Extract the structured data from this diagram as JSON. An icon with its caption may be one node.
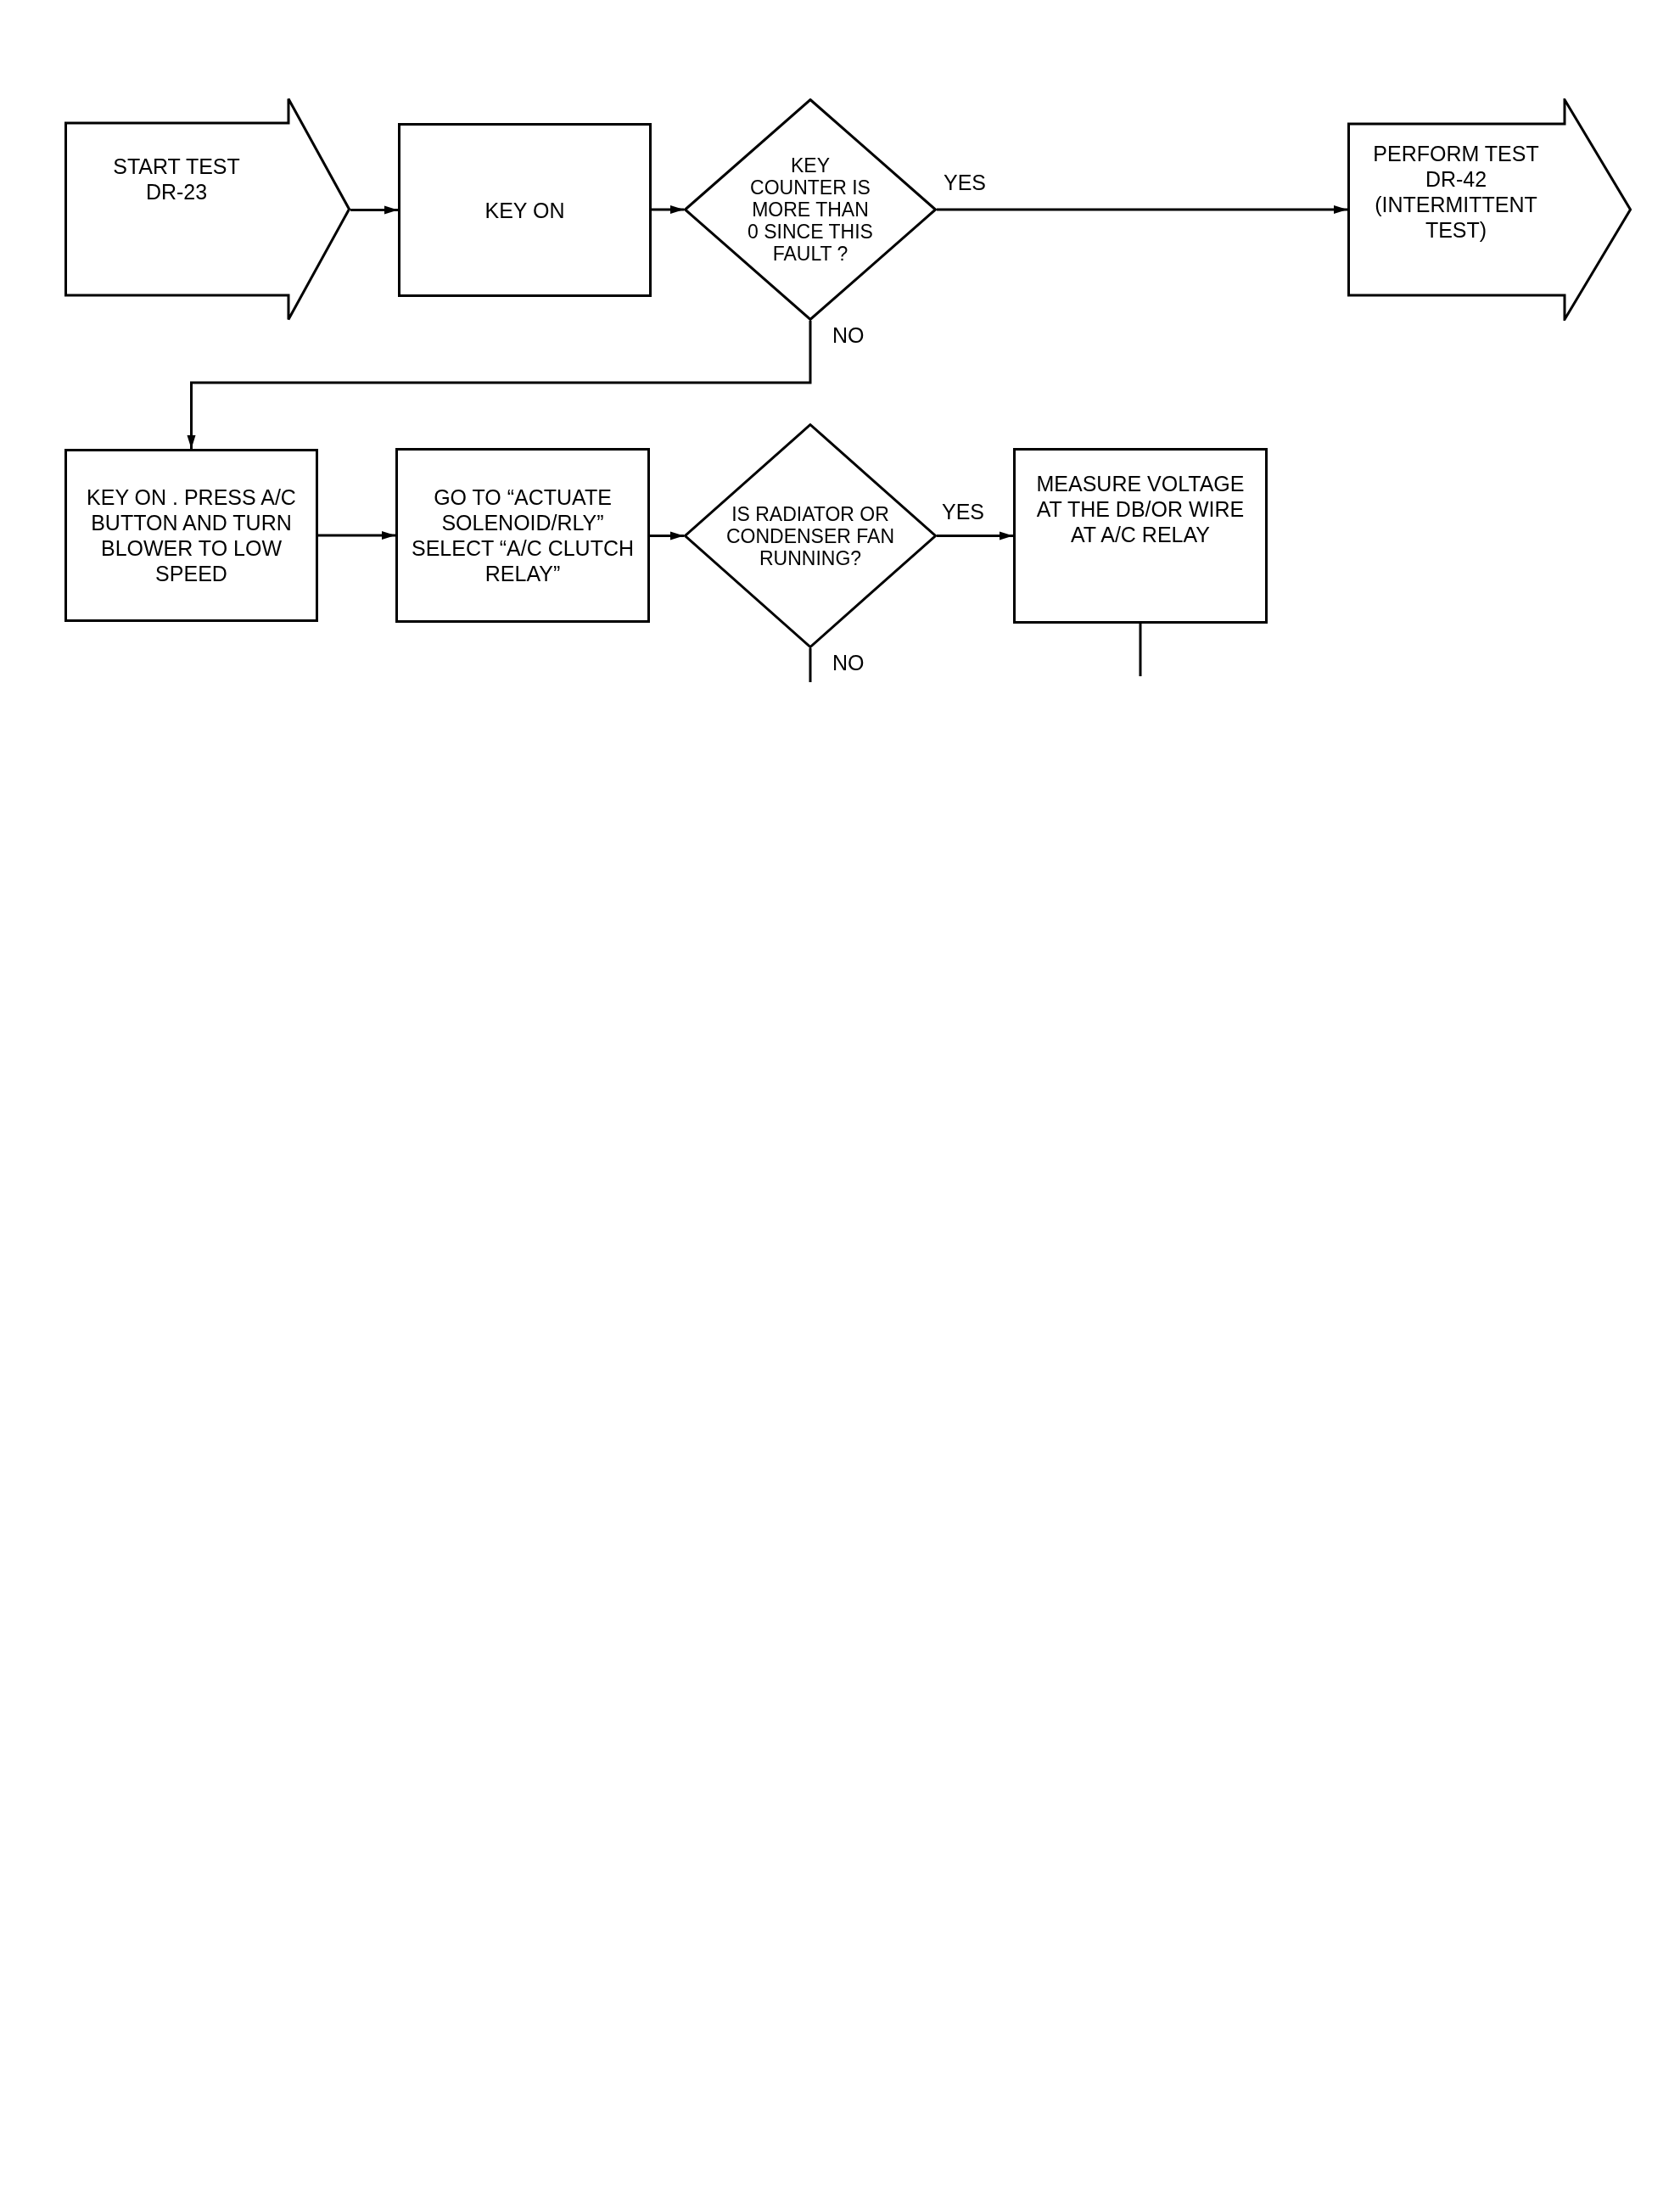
{
  "diagram": {
    "nodes": [
      {
        "text": [
          "START TEST DR-23"
        ]
      },
      {
        "text": [
          "KEY ON"
        ]
      },
      {
        "text": [
          "KEY COUNTER IS MORE THAN 0 SINCE THIS FAULT ?"
        ]
      },
      {
        "text": [
          "PERFORM TEST DR-42 (INTERMITTENT TEST)"
        ]
      },
      {
        "text": [
          "KEY ON . PRESS A/C BUTTON AND TURN BLOWER TO LOW SPEED"
        ]
      },
      {
        "text": [
          "GO TO “ACTUATE SOLENOID/RLY” SELECT “A/C CLUTCH RELAY”"
        ]
      },
      {
        "text": [
          "IS RADIATOR OR CONDENSER FAN RUNNING?"
        ]
      },
      {
        "text": [
          "MEASURE VOLTAGE AT THE DB/OR WIRE AT A/C RELAY"
        ]
      }
    ],
    "edges": [
      {
        "from": 0,
        "to": 1,
        "arrow": "to"
      },
      {
        "from": 1,
        "to": 2,
        "arrow": "to"
      },
      {
        "from": 2,
        "to": 3,
        "arrow": "to",
        "label": "YES"
      },
      {
        "from": 2,
        "to": 4,
        "arrow": "to",
        "label": "NO"
      },
      {
        "from": 4,
        "to": 5,
        "arrow": "to"
      },
      {
        "from": 5,
        "to": 6,
        "arrow": "to"
      },
      {
        "from": 6,
        "to": 7,
        "arrow": "to",
        "label": "YES"
      },
      {
        "from": 6,
        "to": null,
        "arrow": "none",
        "label": "NO"
      },
      {
        "from": 7,
        "to": null,
        "arrow": "none"
      }
    ]
  }
}
